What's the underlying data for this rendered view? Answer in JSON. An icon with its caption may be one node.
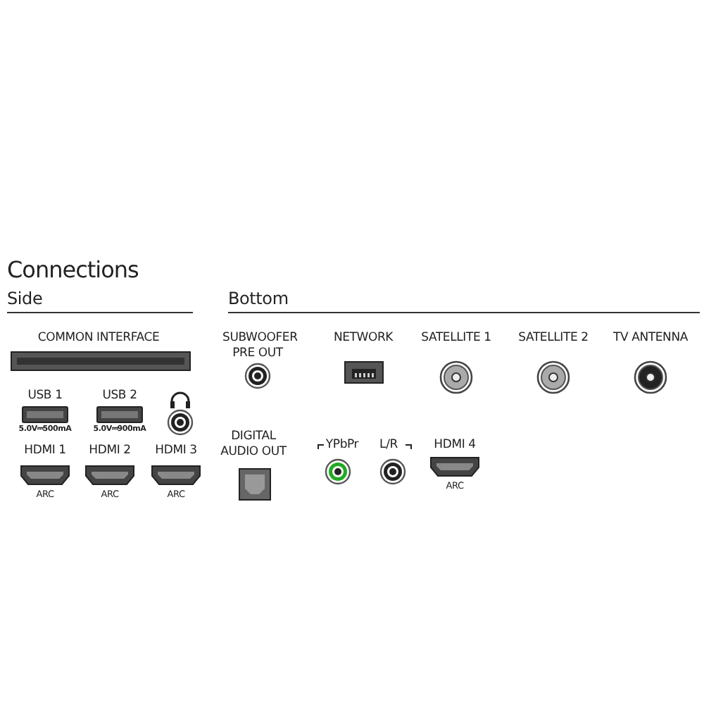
{
  "diagram": {
    "title": "Connections",
    "labels": [
      "Side",
      "Bottom",
      "COMMON INTERFACE",
      "SUBWOOFER PRE OUT",
      "NETWORK",
      "SATELLITE 1",
      "SATELLITE 2",
      "TV ANTENNA",
      "USB 1",
      "USB 2",
      "5.0V⎓500mA",
      "5.0V⎓900mA",
      "HDMI 1",
      "HDMI 2",
      "HDMI 3",
      "ARC",
      "ARC",
      "ARC",
      "DIGITAL AUDIO OUT",
      "YPbPr",
      "L/R",
      "HDMI 4",
      "ARC"
    ]
  }
}
